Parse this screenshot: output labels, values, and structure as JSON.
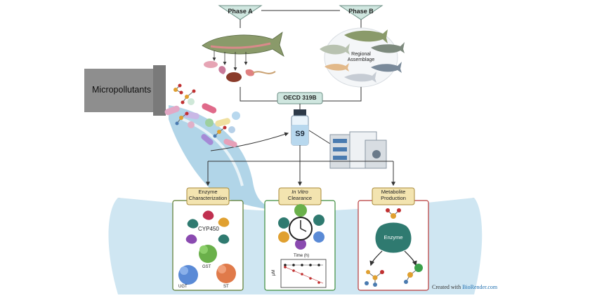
{
  "phases": {
    "a": "Phase A",
    "b": "Phase B"
  },
  "regional": {
    "line1": "Regional",
    "line2": "Assemblage"
  },
  "source_label": "Micropollutants",
  "guideline": "OECD 319B",
  "vial_label": "S9",
  "panels": [
    {
      "title_line1": "Enzyme",
      "title_line2": "Characterization",
      "italic_line1": false,
      "enzymes": [
        "CYP450",
        "GST",
        "UGT",
        "ST"
      ]
    },
    {
      "title_line1": "In Vitro",
      "title_line2": "Clearance",
      "italic_line1": true,
      "axis_time": "Time (h)",
      "axis_conc": "µM"
    },
    {
      "title_line1": "Metabolite",
      "title_line2": "Production",
      "italic_line1": false,
      "enzyme_label": "Enzyme"
    }
  ],
  "credit": {
    "prefix": "Created with",
    "brand": "BioRender.com"
  },
  "colors": {
    "enzyme_panel": "#5a7a2e",
    "clearance_panel": "#3d8c3d",
    "metabolite_panel": "#b83a3a",
    "water": "#cfe6f2",
    "soil": "#b58a63",
    "phase_box": "#cfe6df"
  }
}
